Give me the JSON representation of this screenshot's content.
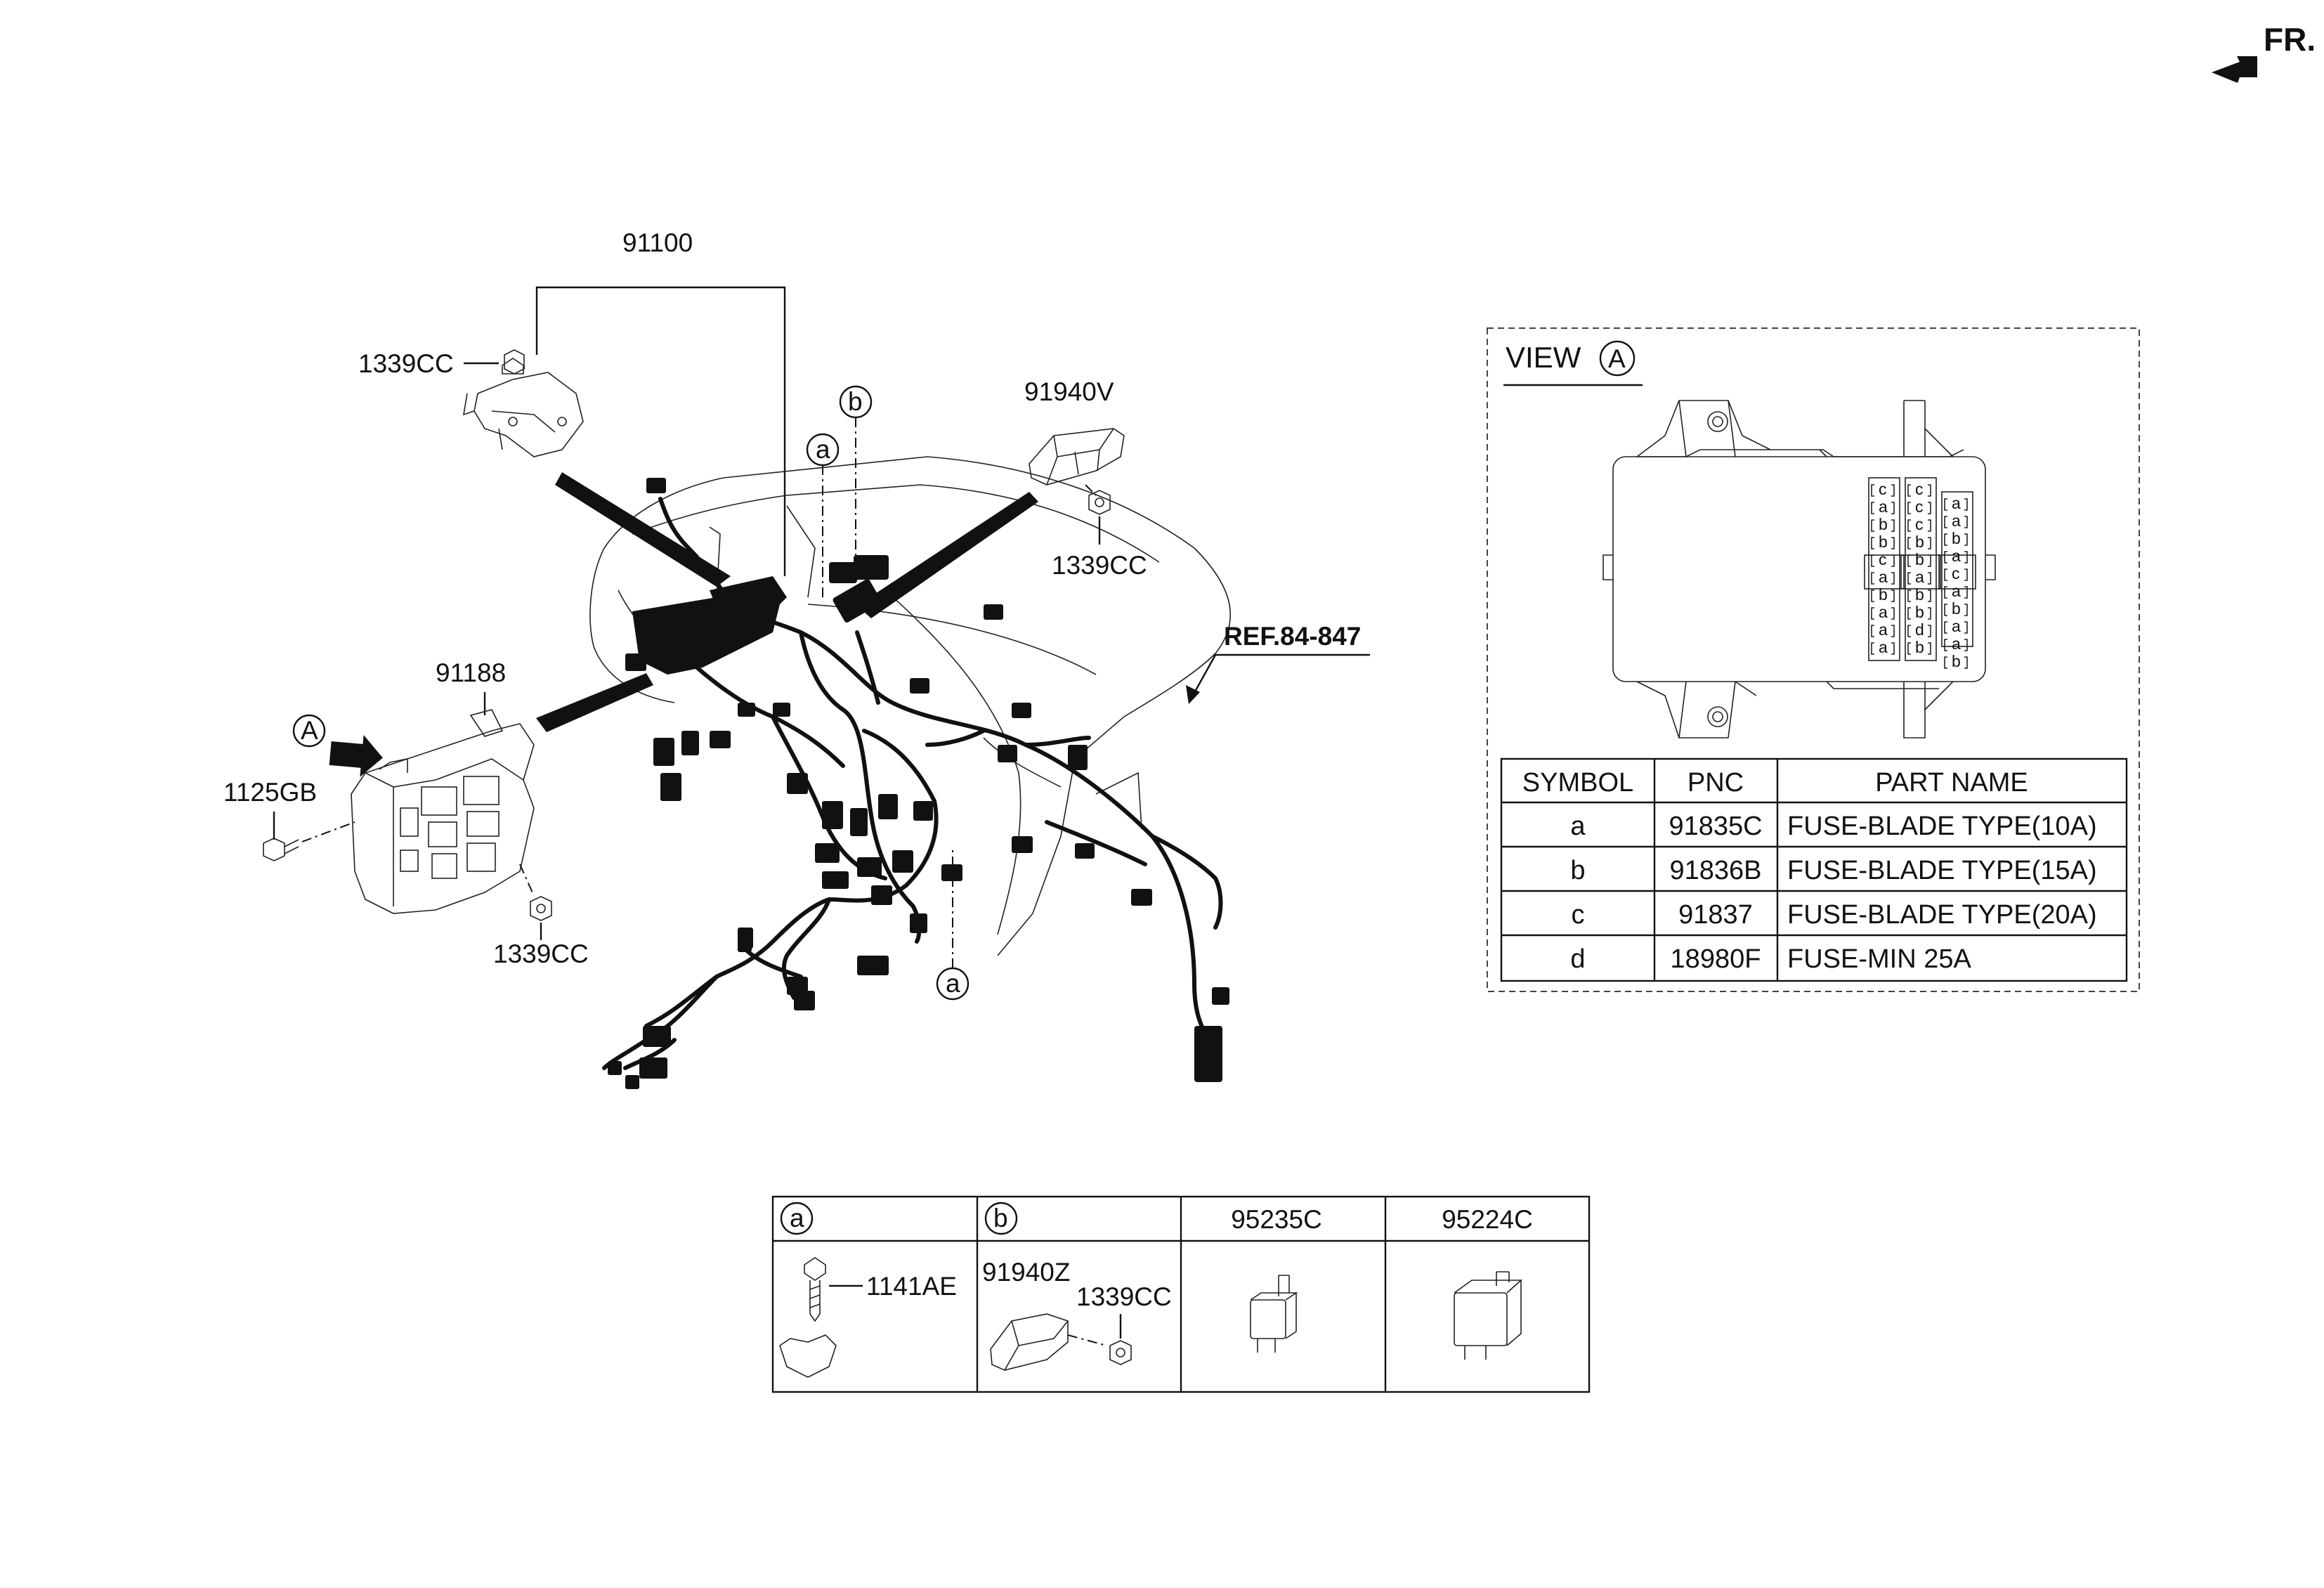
{
  "orientation_label": "FR.",
  "main_harness": {
    "part_no": "91100"
  },
  "callouts": [
    {
      "id": "nut-top-left",
      "text": "1339CC"
    },
    {
      "id": "nut-top-right",
      "text": "1339CC"
    },
    {
      "id": "nut-junction-box",
      "text": "1339CC"
    },
    {
      "id": "junction-box",
      "text": "91188"
    },
    {
      "id": "bolt",
      "text": "1125GB"
    },
    {
      "id": "bracket-top-right",
      "text": "91940V"
    },
    {
      "id": "reference",
      "text": "REF.84-847"
    }
  ],
  "symbol_markers": {
    "view_a": "A",
    "a": "a",
    "b": "b"
  },
  "view_a": {
    "title": "VIEW",
    "marker": "A",
    "fuse_columns": [
      [
        "c",
        "a",
        "b",
        "b",
        "c",
        "a",
        "b",
        "a",
        "a",
        "a"
      ],
      [
        "c",
        "c",
        "c",
        "b",
        "b",
        "a",
        "b",
        "b",
        "d",
        "b"
      ],
      [
        "a",
        "a",
        "b",
        "a",
        "c",
        "a",
        "b",
        "a",
        "a",
        "b"
      ]
    ],
    "table": {
      "headers": [
        "SYMBOL",
        "PNC",
        "PART NAME"
      ],
      "rows": [
        [
          "a",
          "91835C",
          "FUSE-BLADE TYPE(10A)"
        ],
        [
          "b",
          "91836B",
          "FUSE-BLADE TYPE(15A)"
        ],
        [
          "c",
          "91837",
          "FUSE-BLADE TYPE(20A)"
        ],
        [
          "d",
          "18980F",
          "FUSE-MIN 25A"
        ]
      ]
    }
  },
  "parts_table": {
    "columns": [
      {
        "header": "a",
        "circled": true,
        "parts": [
          "1141AE"
        ]
      },
      {
        "header": "b",
        "circled": true,
        "parts": [
          "91940Z",
          "1339CC"
        ]
      },
      {
        "header": "95235C",
        "circled": false,
        "parts": []
      },
      {
        "header": "95224C",
        "circled": false,
        "parts": []
      }
    ]
  }
}
